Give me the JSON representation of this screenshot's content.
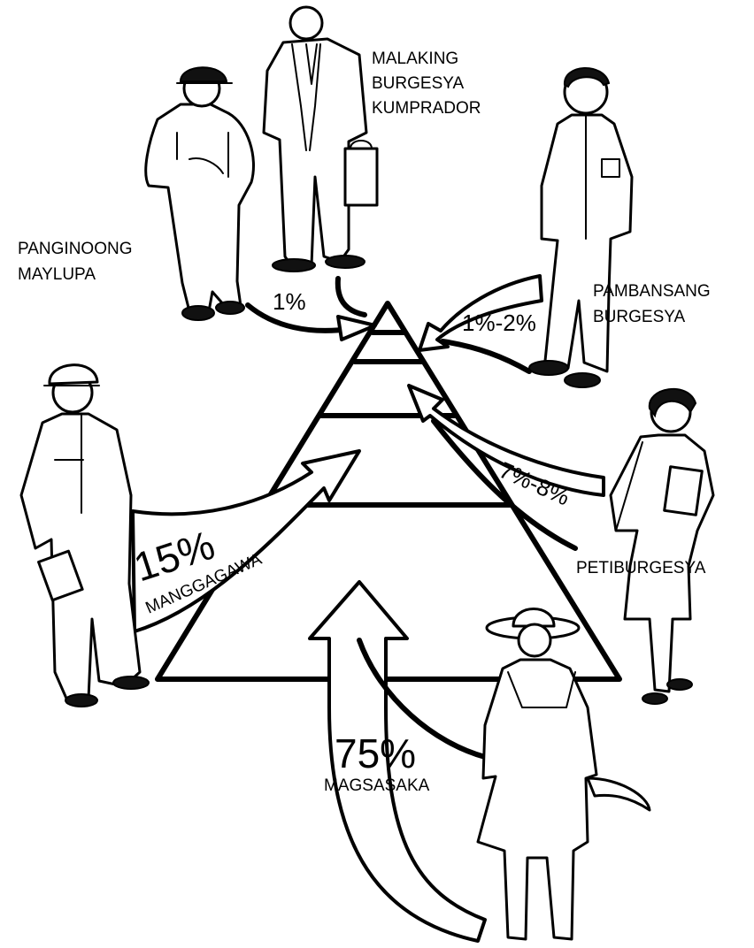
{
  "classes": {
    "landlord": {
      "name_lines": [
        "PANGINOONG",
        "MAYLUPA"
      ]
    },
    "comprador": {
      "name_lines": [
        "MALAKING",
        "BURGESYA",
        "KUMPRADOR"
      ]
    },
    "national_bourgeoisie": {
      "name_lines": [
        "PAMBANSANG",
        "BURGESYA"
      ]
    },
    "petty_bourgeoisie": {
      "name": "PETIBURGESYA"
    },
    "workers": {
      "name": "MANGGAGAWA"
    },
    "peasants": {
      "name": "MAGSASAKA"
    }
  },
  "percentages": {
    "top": "1%",
    "national_bourgeoisie": "1%-2%",
    "petty_bourgeoisie": "7%-8%",
    "workers": "15%",
    "peasants": "75%"
  }
}
